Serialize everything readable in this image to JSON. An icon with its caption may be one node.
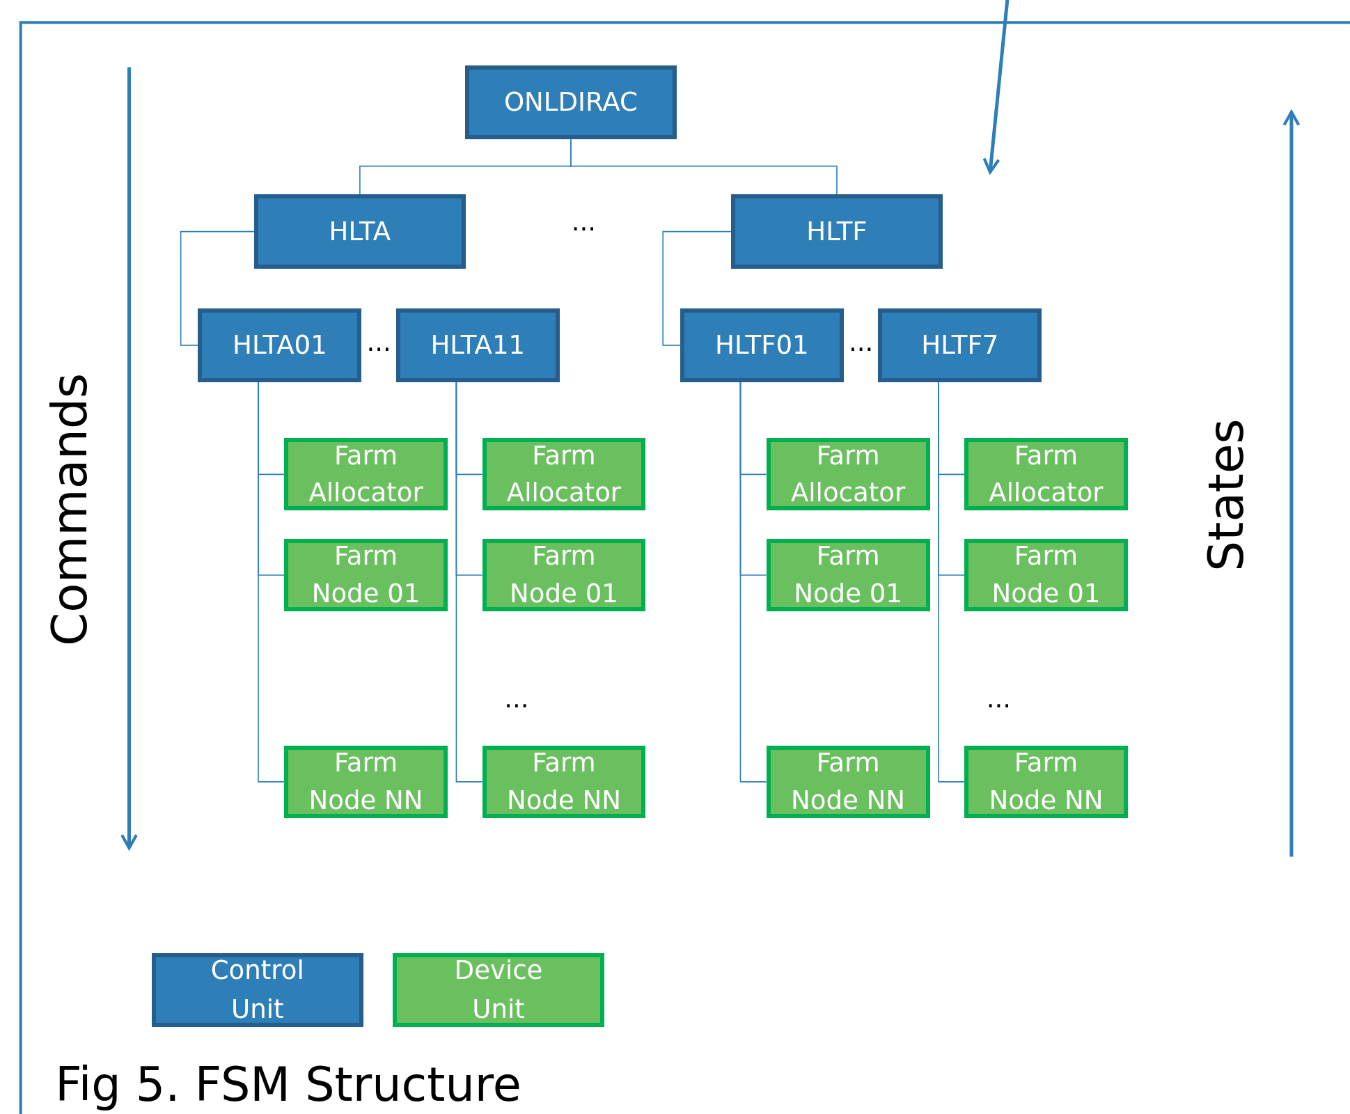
{
  "diagram": {
    "caption": "Fig 5. FSM Structure",
    "nodes": [
      {
        "text": [
          "ONLDIRAC"
        ]
      },
      {
        "text": [
          "HLTA"
        ]
      },
      {
        "text": [
          "HLTF"
        ]
      },
      {
        "text": [
          "HLTA01"
        ]
      },
      {
        "text": [
          "HLTA11"
        ]
      },
      {
        "text": [
          "HLTF01"
        ]
      },
      {
        "text": [
          "HLTF7"
        ]
      },
      {
        "text": [
          "Farm Allocator"
        ]
      },
      {
        "text": [
          "Farm Allocator"
        ]
      },
      {
        "text": [
          "Farm Node 01"
        ]
      },
      {
        "text": [
          "Farm Node 01"
        ]
      },
      {
        "text": [
          "Farm Node NN"
        ]
      },
      {
        "text": [
          "Farm Node NN"
        ]
      },
      {
        "text": [
          "Farm Allocator"
        ]
      },
      {
        "text": [
          "Farm Allocator"
        ]
      },
      {
        "text": [
          "Farm Node 01"
        ]
      },
      {
        "text": [
          "Farm Node 01"
        ]
      },
      {
        "text": [
          "Farm Node NN"
        ]
      },
      {
        "text": [
          "Farm Node NN"
        ]
      }
    ],
    "edges": [
      {
        "from": 0,
        "to": 1,
        "arrow": "none"
      },
      {
        "from": 0,
        "to": 2,
        "arrow": "none"
      },
      {
        "from": 1,
        "to": 3,
        "arrow": "none"
      },
      {
        "from": 2,
        "to": 5,
        "arrow": "none"
      },
      {
        "from": 3,
        "to": 7,
        "arrow": "none"
      },
      {
        "from": 3,
        "to": 9,
        "arrow": "none"
      },
      {
        "from": 3,
        "to": 11,
        "arrow": "none"
      },
      {
        "from": 4,
        "to": 8,
        "arrow": "none"
      },
      {
        "from": 4,
        "to": 10,
        "arrow": "none"
      },
      {
        "from": 4,
        "to": 12,
        "arrow": "none"
      },
      {
        "from": 5,
        "to": 13,
        "arrow": "none"
      },
      {
        "from": 5,
        "to": 15,
        "arrow": "none"
      },
      {
        "from": 5,
        "to": 17,
        "arrow": "none"
      },
      {
        "from": 6,
        "to": 14,
        "arrow": "none"
      },
      {
        "from": 6,
        "to": 16,
        "arrow": "none"
      },
      {
        "from": 6,
        "to": 18,
        "arrow": "none"
      }
    ],
    "labels": [
      "...",
      "...",
      "...",
      "Commands",
      "States",
      "...",
      "..."
    ],
    "legend": [
      {
        "text": "Control Unit",
        "color": "#2e7eb8"
      },
      {
        "text": "Device Unit",
        "color": "#6abf5e"
      }
    ]
  }
}
